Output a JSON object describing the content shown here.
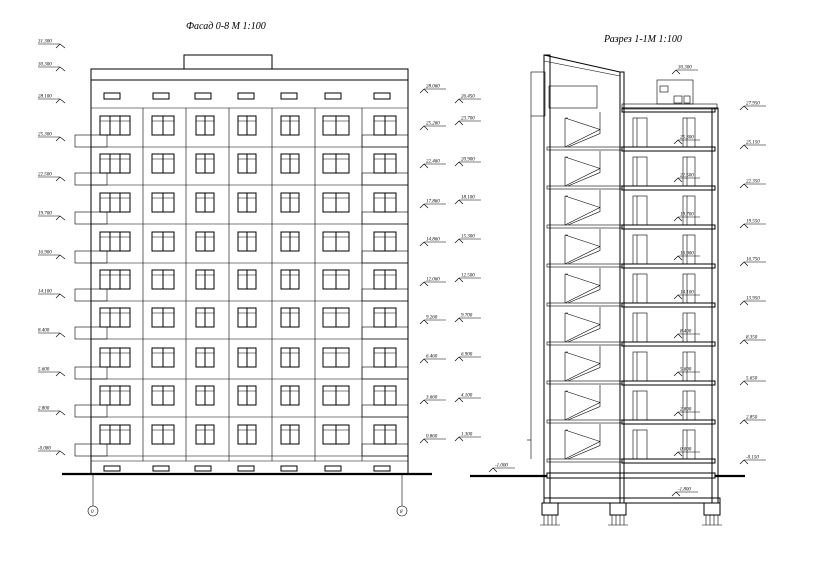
{
  "facade": {
    "title": "Фасад 0-8 М 1:100",
    "left_levels": [
      "31.300",
      "30.300",
      "28.100",
      "25.300",
      "22.500",
      "19.700",
      "16.900",
      "14.100",
      "8.400",
      "5.600",
      "2.800",
      "-0.080"
    ],
    "right_levels_a": [
      "28.060",
      "25.260",
      "22.460",
      "17.860",
      "14.860",
      "12.060",
      "9.260",
      "6.460",
      "3.660",
      "0.860"
    ],
    "right_levels_b": [
      "26.450",
      "23.700",
      "20.900",
      "18.100",
      "15.300",
      "12.500",
      "9.700",
      "6.900",
      "4.100",
      "1.300"
    ],
    "axis_left": "0",
    "axis_right": "8"
  },
  "section": {
    "title": "Разрез 1-1М 1:100",
    "top_level": "30.300",
    "floor_levels": [
      "25.300",
      "22.500",
      "19.700",
      "16.900",
      "14.100",
      "8.400",
      "5.600",
      "2.800",
      "0.000"
    ],
    "right_levels": [
      "27.950",
      "25.150",
      "22.350",
      "19.550",
      "16.750",
      "13.950",
      "8.350",
      "5.650",
      "2.850",
      "-0.150"
    ],
    "ground_left": "-1.000",
    "ground_bottom": "-1.800"
  }
}
